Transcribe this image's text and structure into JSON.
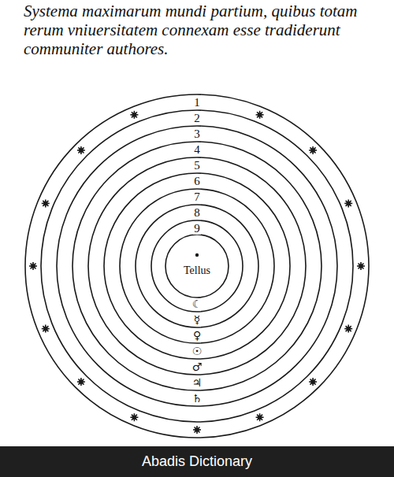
{
  "diagram": {
    "title": "Systema maximarum mundi partium, quibus totam rerum vniuersitatem connexam esse tradiderunt communiter authores.",
    "labels": [
      "1",
      "2",
      "3",
      "4",
      "5",
      "6",
      "7",
      "8",
      "9",
      "Tellus",
      "☾",
      "☿",
      "♀",
      "☉",
      "♂",
      "♃",
      "♄",
      "Abadis Dictionary"
    ]
  }
}
